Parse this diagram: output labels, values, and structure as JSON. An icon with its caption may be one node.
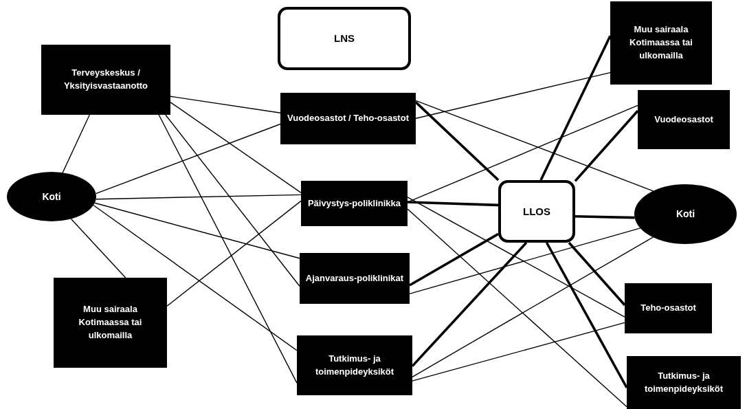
{
  "diagram": {
    "nodes": [
      {
        "text": [
          "LNS"
        ]
      },
      {
        "text": [
          "Terveyskeskus / Yksityisvastaanotto"
        ]
      },
      {
        "text": [
          "Koti"
        ]
      },
      {
        "text": [
          "Muu sairaala Kotimaassa tai ulkomailla"
        ]
      },
      {
        "text": [
          "Vuodeosastot / Teho-osastot"
        ]
      },
      {
        "text": [
          "Päivystys-poliklinikka"
        ]
      },
      {
        "text": [
          "Ajanvaraus-poliklinikat"
        ]
      },
      {
        "text": [
          "Tutkimus- ja toimenpideyksiköt"
        ]
      },
      {
        "text": [
          "LLOS"
        ]
      },
      {
        "text": [
          "Muu sairaala Kotimaassa tai ulkomailla"
        ]
      },
      {
        "text": [
          "Vuodeosastot"
        ]
      },
      {
        "text": [
          "Koti"
        ]
      },
      {
        "text": [
          "Teho-osastot"
        ]
      },
      {
        "text": [
          "Tutkimus- ja toimenpideyksiköt"
        ]
      }
    ],
    "edges": [
      {
        "from": 1,
        "to": 2,
        "arrow": "none"
      },
      {
        "from": 1,
        "to": 4,
        "arrow": "none"
      },
      {
        "from": 1,
        "to": 5,
        "arrow": "none"
      },
      {
        "from": 1,
        "to": 6,
        "arrow": "none"
      },
      {
        "from": 1,
        "to": 7,
        "arrow": "none"
      },
      {
        "from": 2,
        "to": 4,
        "arrow": "none"
      },
      {
        "from": 2,
        "to": 5,
        "arrow": "none"
      },
      {
        "from": 2,
        "to": 6,
        "arrow": "none"
      },
      {
        "from": 2,
        "to": 7,
        "arrow": "none"
      },
      {
        "from": 2,
        "to": 3,
        "arrow": "none"
      },
      {
        "from": 3,
        "to": 5,
        "arrow": "none"
      },
      {
        "from": 4,
        "to": 9,
        "arrow": "none"
      },
      {
        "from": 4,
        "to": 11,
        "arrow": "none"
      },
      {
        "from": 4,
        "to": 8,
        "arrow": "none",
        "style": "thick"
      },
      {
        "from": 5,
        "to": 10,
        "arrow": "none"
      },
      {
        "from": 5,
        "to": 8,
        "arrow": "none",
        "style": "thick"
      },
      {
        "from": 5,
        "to": 12,
        "arrow": "none"
      },
      {
        "from": 5,
        "to": 13,
        "arrow": "none"
      },
      {
        "from": 6,
        "to": 8,
        "arrow": "none",
        "style": "thick"
      },
      {
        "from": 6,
        "to": 11,
        "arrow": "none"
      },
      {
        "from": 7,
        "to": 8,
        "arrow": "none",
        "style": "thick"
      },
      {
        "from": 7,
        "to": 11,
        "arrow": "none"
      },
      {
        "from": 7,
        "to": 12,
        "arrow": "none"
      },
      {
        "from": 8,
        "to": 9,
        "arrow": "none",
        "style": "thick"
      },
      {
        "from": 8,
        "to": 10,
        "arrow": "none",
        "style": "thick"
      },
      {
        "from": 8,
        "to": 11,
        "arrow": "none",
        "style": "thick"
      },
      {
        "from": 8,
        "to": 12,
        "arrow": "none",
        "style": "thick"
      },
      {
        "from": 8,
        "to": 13,
        "arrow": "none",
        "style": "thick"
      }
    ]
  }
}
